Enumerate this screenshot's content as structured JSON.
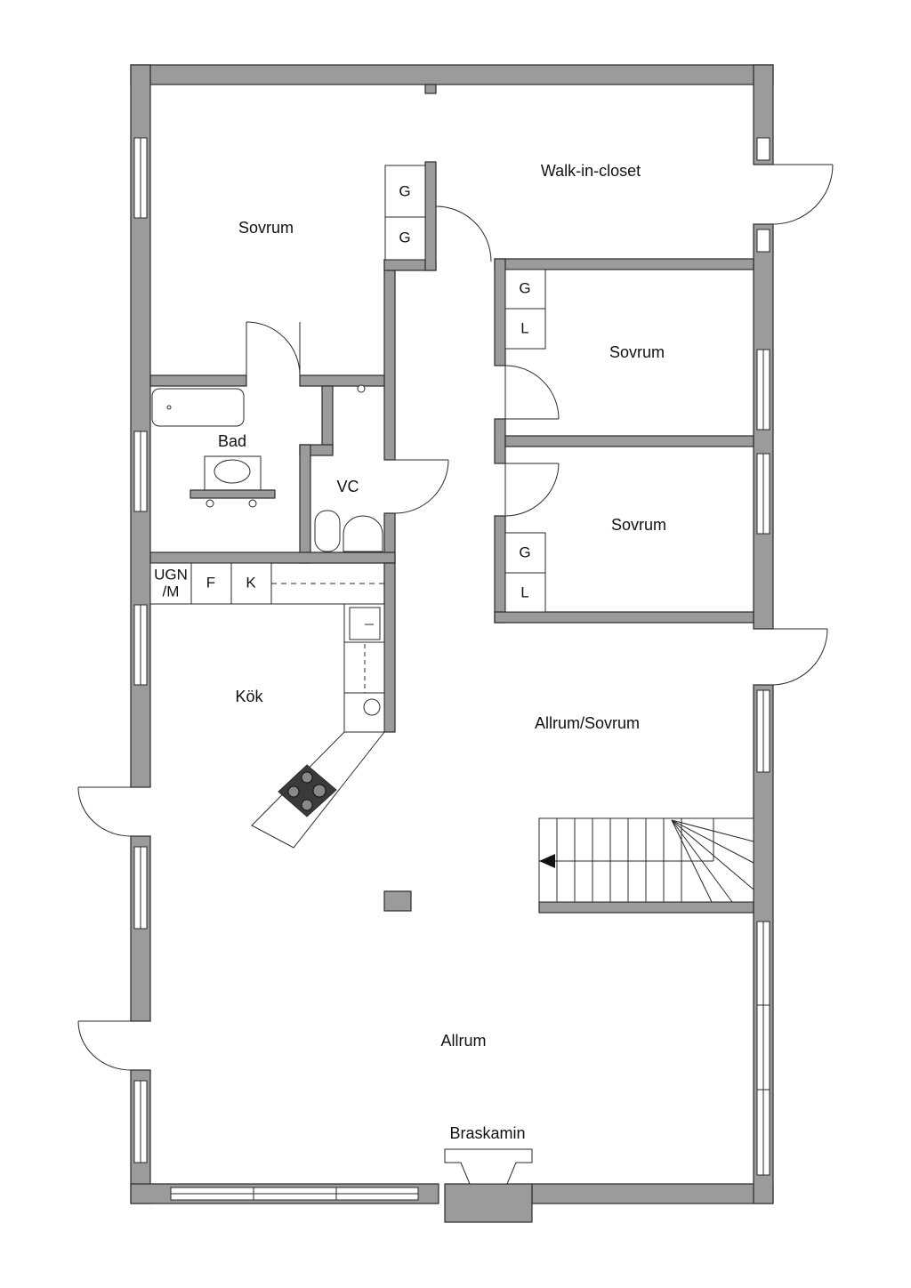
{
  "rooms": {
    "sovrum_main": "Sovrum",
    "walk_in_closet": "Walk-in-closet",
    "sovrum_2": "Sovrum",
    "sovrum_3": "Sovrum",
    "bad": "Bad",
    "vc": "VC",
    "kok": "Kök",
    "allrum_sovrum": "Allrum/Sovrum",
    "allrum": "Allrum",
    "braskamin": "Braskamin"
  },
  "fixtures": {
    "g1": "G",
    "g2": "G",
    "g3": "G",
    "l1": "L",
    "g4": "G",
    "l2": "L",
    "ugn_line1": "UGN",
    "ugn_line2": "/M",
    "f": "F",
    "k": "K"
  },
  "colors": {
    "wall": "#9b9b9b",
    "line": "#2a2a2a",
    "background": "#ffffff"
  }
}
